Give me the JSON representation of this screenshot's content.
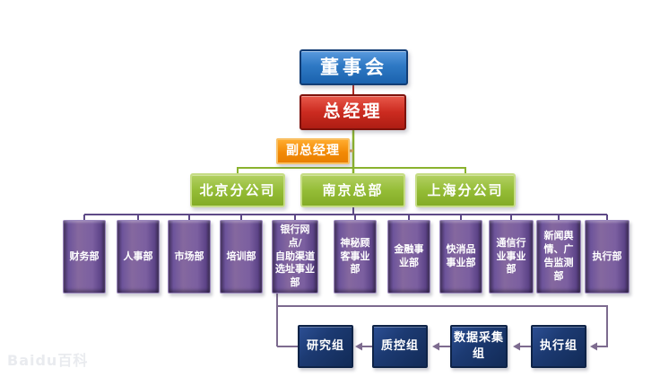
{
  "watermark": {
    "text": "Baidu百科"
  },
  "org": {
    "board": "董事会",
    "general_manager": "总经理",
    "deputy_general_manager": "副总经理",
    "branches": [
      "北京分公司",
      "南京总部",
      "上海分公司"
    ],
    "departments": [
      "财务部",
      "人事部",
      "市场部",
      "培训部",
      "银行网点/\n自助渠道\n选址事业\n部",
      "神秘顾\n客事业\n部",
      "金融事\n业部",
      "快消品\n事业部",
      "通信行\n业事业\n部",
      "新闻舆\n情、广\n告监测\n部",
      "执行部"
    ],
    "workflow_groups": [
      "研究组",
      "质控组",
      "数据采集\n组",
      "执行组"
    ]
  },
  "palette": {
    "board_blue": "#2e79c4",
    "gm_red": "#cc2b20",
    "dgm_orange": "#f28a06",
    "branch_green": "#95bd37",
    "dept_purple": "#7b5fa0",
    "group_navy": "#1c3a72",
    "line_red": "#aa2a22",
    "line_green": "#8ab22e",
    "line_purple": "#5e4a87",
    "line_flow": "#7d6b8f"
  }
}
